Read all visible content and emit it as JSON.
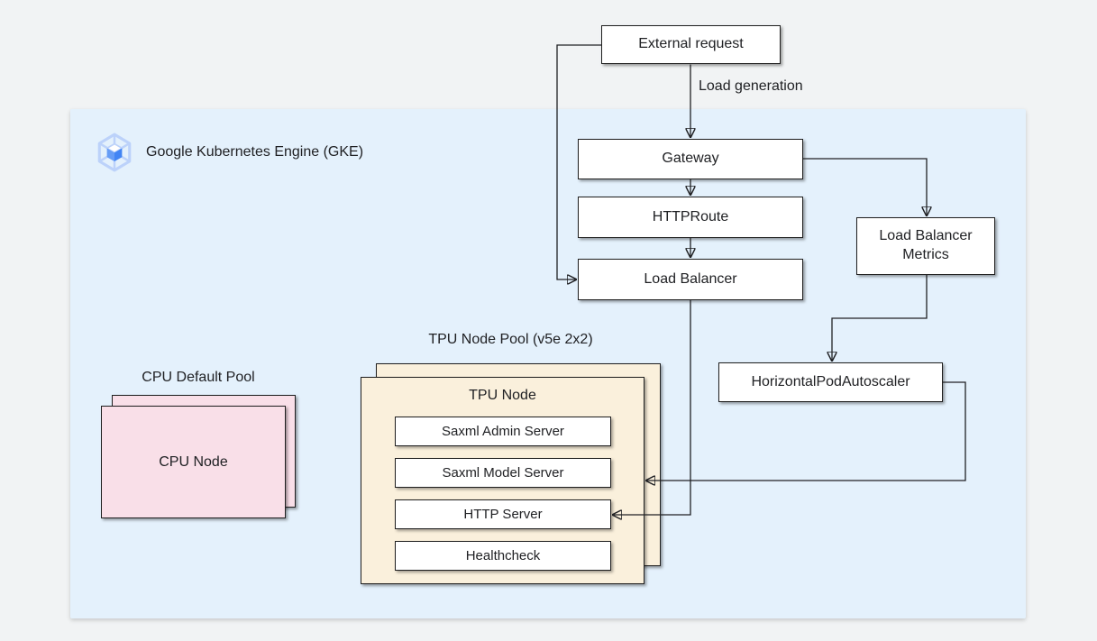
{
  "diagram": {
    "gke": {
      "title": "Google Kubernetes Engine (GKE)",
      "logo_icon": "gke-hexagon-cube-icon"
    },
    "external": {
      "request_label": "External request",
      "flow_label": "Load generation"
    },
    "nodes": {
      "gateway": "Gateway",
      "httproute": "HTTPRoute",
      "load_balancer": "Load Balancer",
      "load_balancer_metrics": "Load Balancer Metrics",
      "horizontal_pod_autoscaler": "HorizontalPodAutoscaler"
    },
    "tpu_pool": {
      "label": "TPU Node Pool (v5e 2x2)",
      "node_title": "TPU Node",
      "components": [
        "Saxml Admin Server",
        "Saxml Model Server",
        "HTTP Server",
        "Healthcheck"
      ]
    },
    "cpu_pool": {
      "label": "CPU Default Pool",
      "node_label": "CPU Node"
    },
    "colors": {
      "canvas_bg": "#f1f3f4",
      "gke_container_bg": "#e4f1fc",
      "tpu_card_bg": "#faf0dc",
      "cpu_card_bg": "#f9dfe8",
      "node_bg": "#ffffff",
      "node_border": "#1f1f1f",
      "connector": "#202124"
    }
  }
}
